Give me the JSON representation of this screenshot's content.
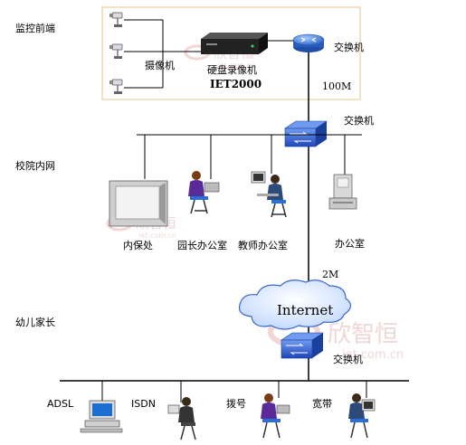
{
  "sections": {
    "front": "监控前端",
    "campus": "校院内网",
    "parents": "幼儿家长"
  },
  "labels": {
    "camera": "摄像机",
    "dvr": "硬盘录像机",
    "dvr_model": "IET2000",
    "switch_top": "交换机",
    "link_top": "100M",
    "switch_mid": "交换机",
    "security": "内保处",
    "principal_office": "园长办公室",
    "teacher_office": "教师办公室",
    "office": "办公室",
    "link_wan": "2M",
    "internet": "Internet",
    "switch_bottom": "交换机",
    "adsl": "ADSL",
    "isdn": "ISDN",
    "dialup": "拨号",
    "broadband": "宽带"
  },
  "watermark": {
    "brand": "欣智恒",
    "domain": "iet.com.cn"
  },
  "colors": {
    "box_border": "#e6c78c",
    "switch_blue": "#2f5fd0",
    "cloud_fill": "#cfe0ff",
    "cloud_stroke": "#3a66d0",
    "router_blue": "#3d7bd6",
    "watermark": "#e8b4b4"
  }
}
